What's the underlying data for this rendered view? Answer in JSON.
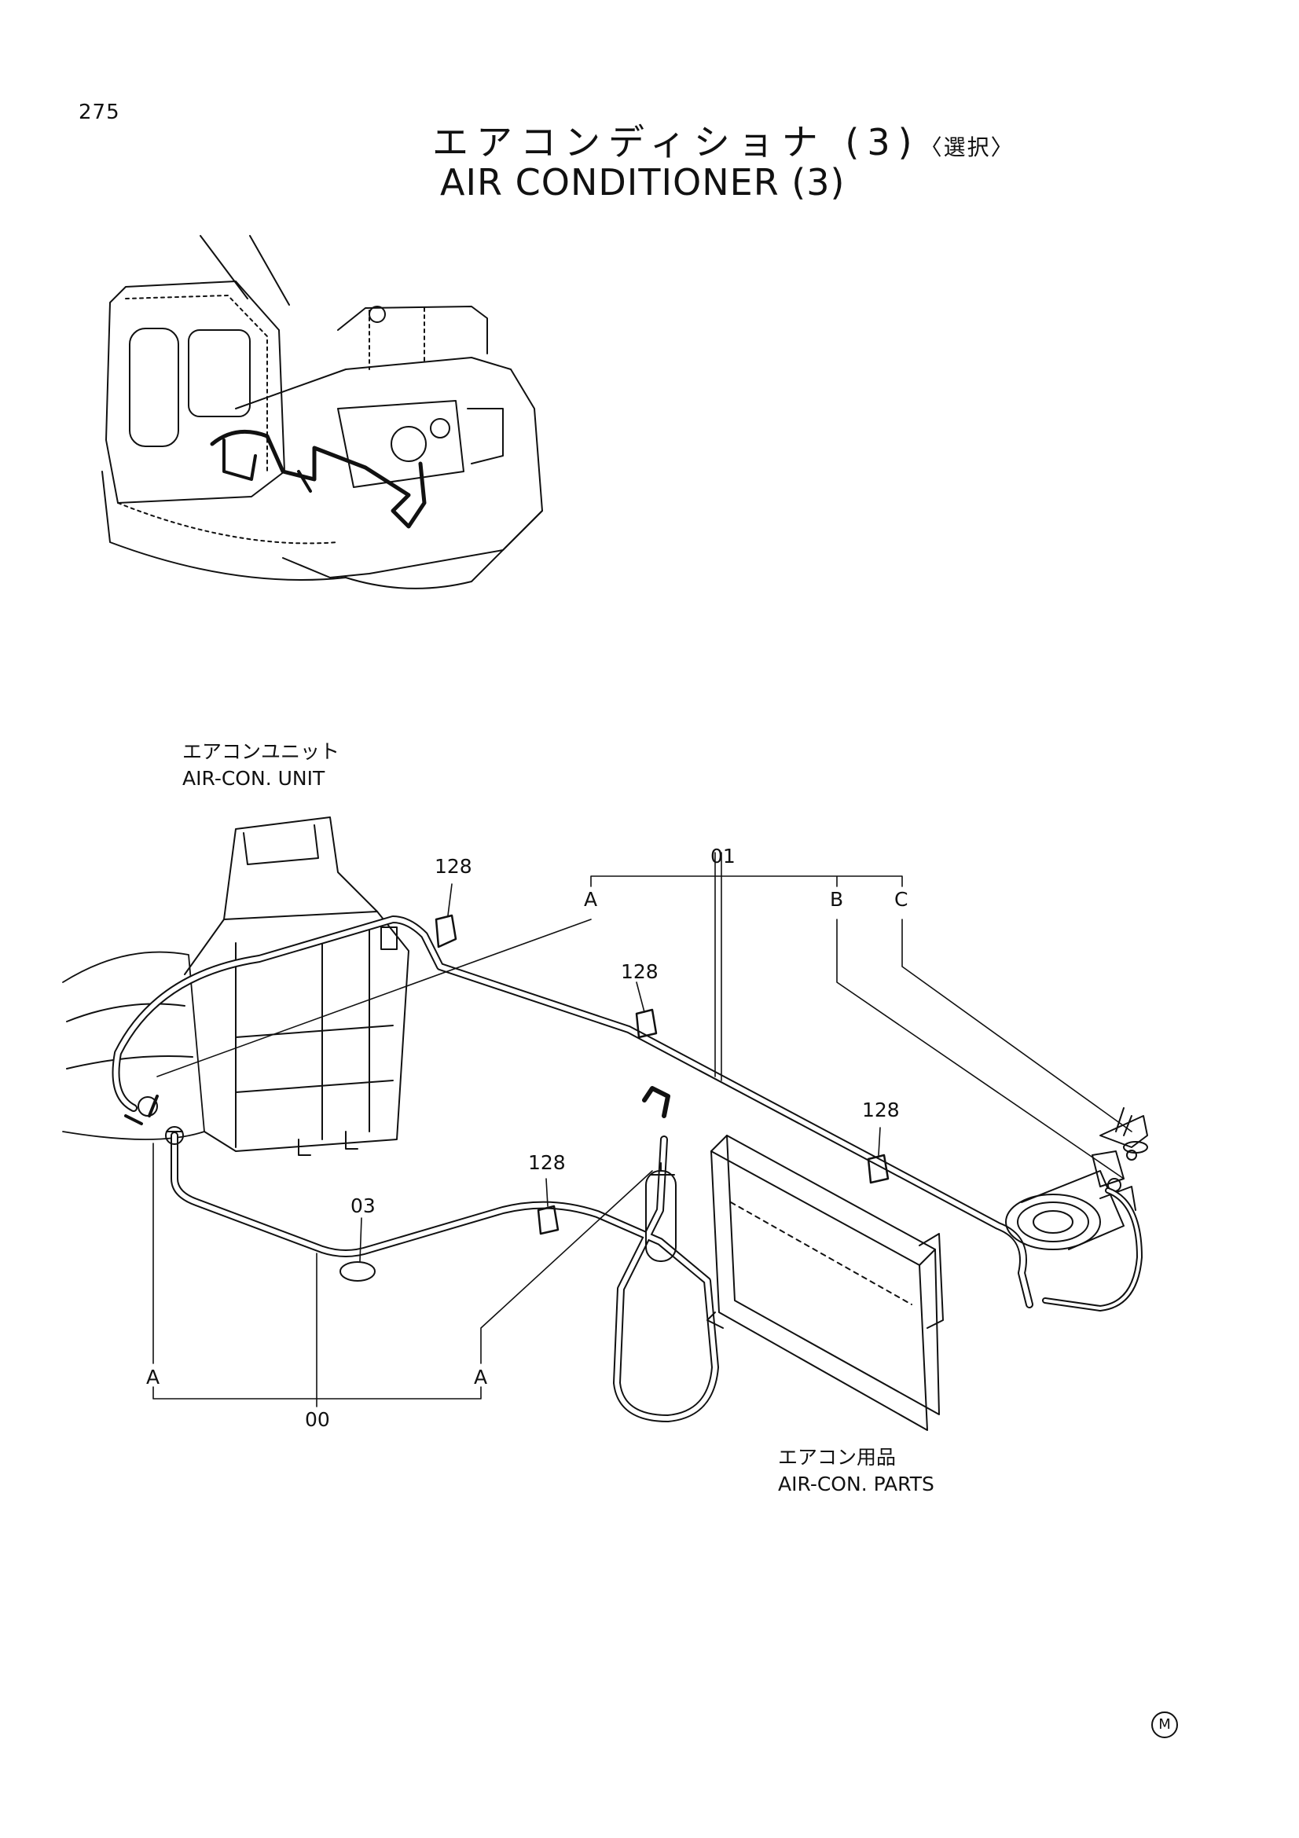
{
  "page": {
    "number": "275",
    "title_ja": "エアコンディショナ (3)",
    "title_ja_suffix": "〈選択〉",
    "title_en": "AIR CONDITIONER (3)"
  },
  "captions": {
    "unit_ja": "エアコンユニット",
    "unit_en": "AIR-CON. UNIT",
    "parts_ja": "エアコン用品",
    "parts_en": "AIR-CON. PARTS"
  },
  "callouts": {
    "clamp_128": "128",
    "hose_01": "01",
    "hose_03": "03",
    "hose_00": "00",
    "conn_a": "A",
    "conn_b": "B",
    "conn_c": "C"
  },
  "footer": {
    "mark": "M"
  },
  "colors": {
    "ink": "#111111",
    "paper": "#ffffff"
  }
}
